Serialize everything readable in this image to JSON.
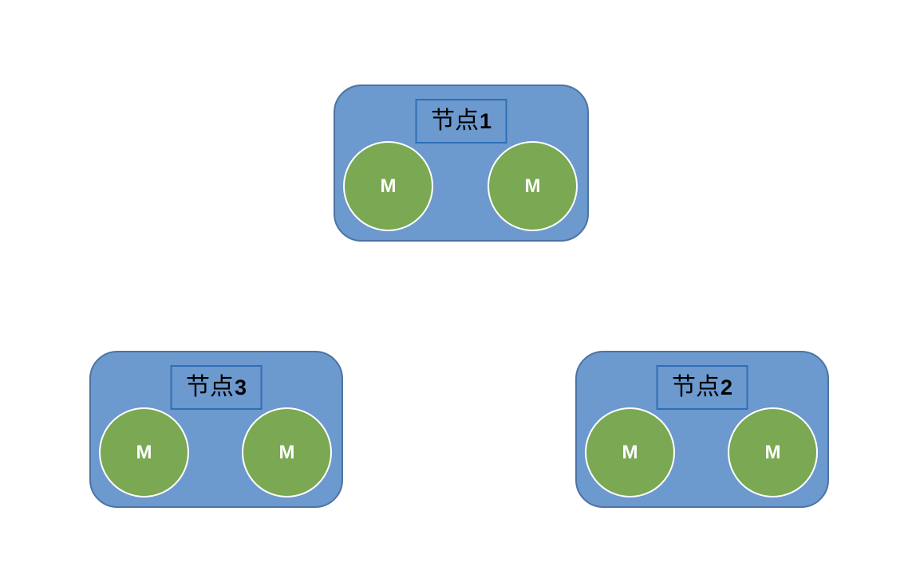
{
  "diagram": {
    "title": "cluster-nodes-diagram",
    "colors": {
      "background": "#ffffff",
      "node_fill": "#6c99ce",
      "node_border": "#4d73a3",
      "label_box_border": "#2e6fb7",
      "label_text": "#000000",
      "member_fill": "#7ba853",
      "member_ring": "#ffffff",
      "member_text": "#ffffff"
    },
    "nodes": [
      {
        "id": "node-1",
        "label_prefix": "节点",
        "label_number": "1",
        "label": "节点1",
        "members": [
          "M",
          "M"
        ]
      },
      {
        "id": "node-3",
        "label_prefix": "节点",
        "label_number": "3",
        "label": "节点3",
        "members": [
          "M",
          "M"
        ]
      },
      {
        "id": "node-2",
        "label_prefix": "节点",
        "label_number": "2",
        "label": "节点2",
        "members": [
          "M",
          "M"
        ]
      }
    ]
  }
}
